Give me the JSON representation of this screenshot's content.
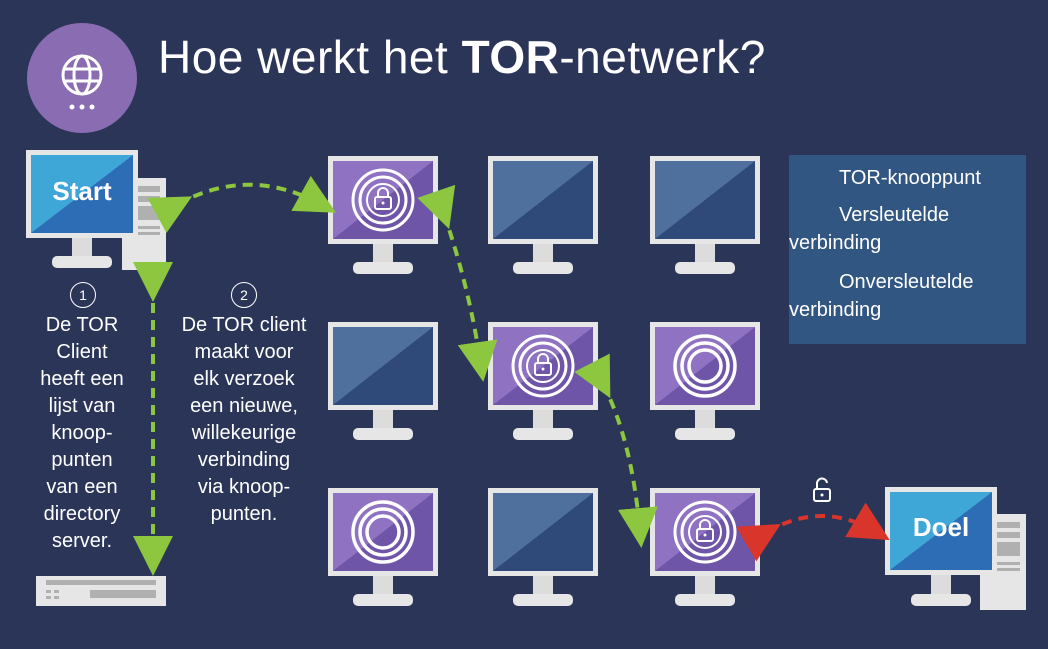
{
  "title": {
    "prefix": "Hoe werkt het ",
    "bold": "TOR",
    "suffix": "-netwerk?"
  },
  "header_icon": "globe-icon",
  "start_label": "Start",
  "target_label": "Doel",
  "steps": [
    {
      "number": "1",
      "lines": [
        "De TOR",
        "Client",
        "heeft een",
        "lijst van",
        "knoop-",
        "punten",
        "van een",
        "directory",
        "server."
      ]
    },
    {
      "number": "2",
      "lines": [
        "De TOR client",
        "maakt voor",
        "elk verzoek",
        "een nieuwe,",
        "willekeurige",
        "verbinding",
        "via knoop-",
        "punten."
      ]
    }
  ],
  "legend": {
    "node_label": "TOR-knooppunt",
    "encrypted_line1": "Versleutelde",
    "encrypted_line2": "verbinding",
    "unencrypted_line1": "Onversleutelde",
    "unencrypted_line2": "verbinding"
  },
  "nodes": [
    {
      "row": 0,
      "col": 0,
      "state": "tor",
      "icon": "lock-icon"
    },
    {
      "row": 0,
      "col": 1,
      "state": "plain"
    },
    {
      "row": 0,
      "col": 2,
      "state": "plain"
    },
    {
      "row": 1,
      "col": 0,
      "state": "plain"
    },
    {
      "row": 1,
      "col": 1,
      "state": "tor",
      "icon": "lock-icon"
    },
    {
      "row": 1,
      "col": 2,
      "state": "tor"
    },
    {
      "row": 2,
      "col": 0,
      "state": "tor"
    },
    {
      "row": 2,
      "col": 1,
      "state": "plain"
    },
    {
      "row": 2,
      "col": 2,
      "state": "tor",
      "icon": "lock-icon"
    }
  ],
  "colors": {
    "background": "#2b3557",
    "tor_purple": "#7d5fb0",
    "tor_purple_light": "#8f72c2",
    "plain_blue": "#4a6c98",
    "plain_blue_dark": "#2f4a78",
    "start_blue_light": "#3fa6d8",
    "start_blue_dark": "#2d6db5",
    "encrypted_arrow": "#8dc63f",
    "unencrypted_arrow": "#d9352a",
    "legend_bg": "#325682"
  }
}
